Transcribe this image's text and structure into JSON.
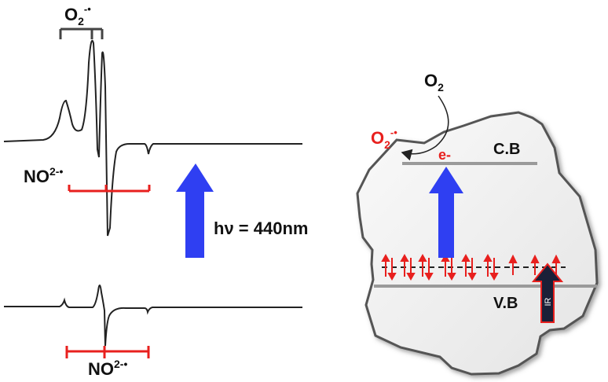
{
  "spectra": {
    "top_species": "O",
    "top_species_sub": "2",
    "top_species_sup": "-•",
    "middle_species": "NO",
    "middle_species_sup": "2-•",
    "bottom_species": "NO",
    "bottom_species_sup": "2-•"
  },
  "excitation": {
    "label": "hν = 440nm"
  },
  "band_diagram": {
    "oxygen": "O",
    "oxygen_sub": "2",
    "superoxide": "O",
    "superoxide_sub": "2",
    "superoxide_sup": "-•",
    "electron": "e-",
    "conduction_band": "C.B",
    "valence_band": "V.B",
    "ir_label": "IR"
  },
  "colors": {
    "red": "#e8201e",
    "blue": "#2f3ff2",
    "band_gray": "#9a9a9a",
    "trace": "#222222",
    "ir_arrow": "#1a2038"
  }
}
